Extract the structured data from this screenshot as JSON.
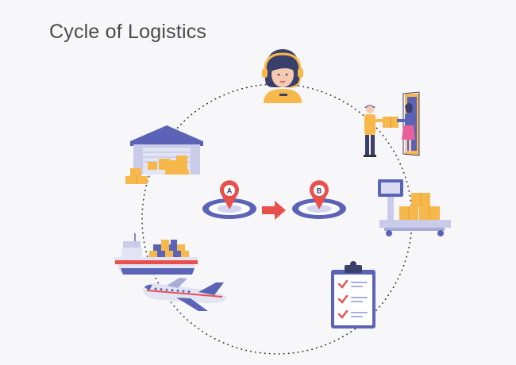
{
  "diagram": {
    "title": "Cycle of Logistics",
    "stages": [
      {
        "id": "customer-service",
        "icon": "headset-agent-icon"
      },
      {
        "id": "delivery",
        "icon": "courier-delivery-icon"
      },
      {
        "id": "weighing",
        "icon": "weighing-scale-icon"
      },
      {
        "id": "checklist",
        "icon": "clipboard-checklist-icon"
      },
      {
        "id": "air-freight",
        "icon": "airplane-icon"
      },
      {
        "id": "sea-freight",
        "icon": "cargo-ship-icon"
      },
      {
        "id": "warehouse",
        "icon": "warehouse-icon"
      }
    ],
    "route": {
      "start_marker": "A",
      "end_marker": "B"
    },
    "colors": {
      "primary": "#5b63b7",
      "accent": "#f7b84b",
      "marker": "#e8504c",
      "ring": "#7b80c9",
      "cycle_line": "#333333",
      "background": "#f7f7f9"
    }
  }
}
